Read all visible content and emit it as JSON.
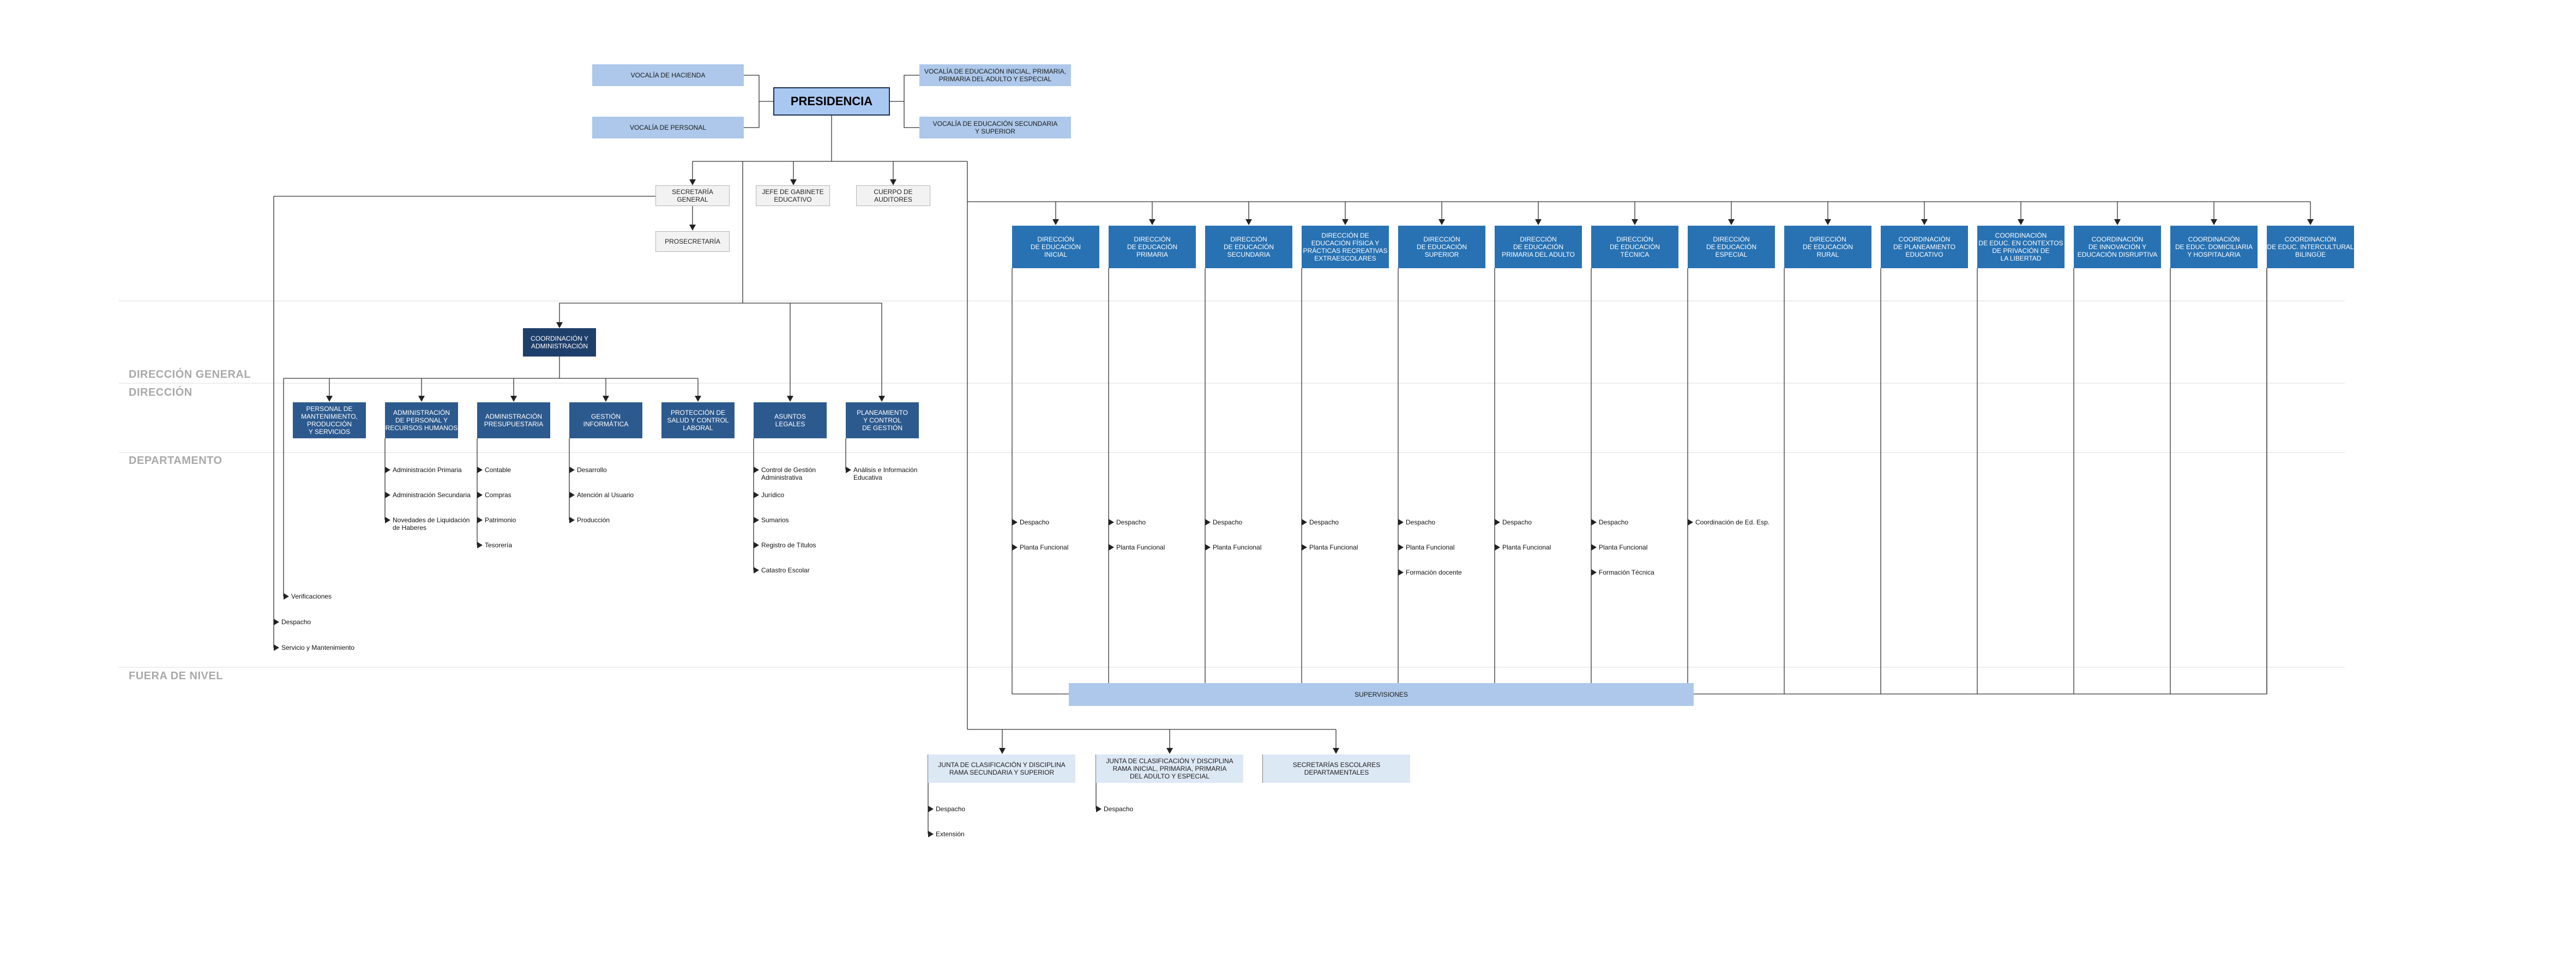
{
  "presidencia": "PRESIDENCIA",
  "vocalias": {
    "hacienda": "VOCALÍA DE HACIENDA",
    "personal": "VOCALÍA DE PERSONAL",
    "inicial": "VOCALÍA DE EDUCACIÓN INICIAL, PRIMARIA,\nPRIMARIA DEL ADULTO Y ESPECIAL",
    "secundaria": "VOCALÍA DE EDUCACIÓN SECUNDARIA\nY SUPERIOR"
  },
  "staff": {
    "secretaria": "SECRETARÍA GENERAL",
    "jefe": "JEFE DE GABINETE\nEDUCATIVO",
    "auditores": "CUERPO DE\nAUDITORES",
    "prosecretaria": "PROSECRETARÍA"
  },
  "sections": {
    "direccion_general": "DIRECCIÓN GENERAL",
    "direccion": "DIRECCIÓN",
    "departamento": "DEPARTAMENTO",
    "fuera": "FUERA DE NIVEL"
  },
  "coordinacion": "COORDINACIÓN Y\nADMINISTRACIÓN",
  "departamentos": [
    {
      "label": "PERSONAL DE\nMANTENIMIENTO,\nPRODUCCIÓN\nY SERVICIOS"
    },
    {
      "label": "ADMINISTRACIÓN\nDE PERSONAL Y\nRECURSOS HUMANOS",
      "items": [
        "Administración Primaria",
        "Administración Secundaria",
        "Novedades de Liquidación\nde Haberes"
      ]
    },
    {
      "label": "ADMINISTRACIÓN\nPRESUPUESTARIA",
      "items": [
        "Contable",
        "Compras",
        "Patrimonio",
        "Tesorería"
      ]
    },
    {
      "label": "GESTIÓN\nINFORMÁTICA",
      "items": [
        "Desarrollo",
        "Atención al Usuario",
        "Producción"
      ]
    },
    {
      "label": "PROTECCIÓN DE\nSALUD Y CONTROL\nLABORAL"
    },
    {
      "label": "ASUNTOS\nLEGALES",
      "items": [
        "Control de Gestión\nAdministrativa",
        "Jurídico",
        "Sumarios",
        "Registro de Títulos",
        "Catastro Escolar"
      ]
    },
    {
      "label": "PLANEAMIENTO\nY CONTROL\nDE GESTIÓN",
      "items": [
        "Análisis e Información\nEducativa"
      ]
    }
  ],
  "extra_items": [
    "Verificaciones",
    "Despacho",
    "Servicio y Mantenimiento"
  ],
  "direcciones": [
    {
      "label": "DIRECCIÓN\nDE EDUCACIÓN\nINICIAL",
      "items": [
        "Despacho",
        "Planta Funcional"
      ]
    },
    {
      "label": "DIRECCIÓN\nDE EDUCACIÓN\nPRIMARIA",
      "items": [
        "Despacho",
        "Planta Funcional"
      ]
    },
    {
      "label": "DIRECCIÓN\nDE EDUCACIÓN\nSECUNDARIA",
      "items": [
        "Despacho",
        "Planta Funcional"
      ]
    },
    {
      "label": "DIRECCIÓN DE\nEDUCACIÓN FÍSICA Y\nPRÁCTICAS RECREATIVAS\nEXTRAESCOLARES",
      "items": [
        "Despacho",
        "Planta Funcional"
      ]
    },
    {
      "label": "DIRECCIÓN\nDE EDUCACIÓN\nSUPERIOR",
      "items": [
        "Despacho",
        "Planta Funcional",
        "Formación docente"
      ]
    },
    {
      "label": "DIRECCIÓN\nDE EDUCACIÓN\nPRIMARIA DEL ADULTO",
      "items": [
        "Despacho",
        "Planta Funcional"
      ]
    },
    {
      "label": "DIRECCIÓN\nDE EDUCACIÓN\nTÉCNICA",
      "items": [
        "Despacho",
        "Planta Funcional",
        "Formación Técnica"
      ]
    },
    {
      "label": "DIRECCIÓN\nDE EDUCACIÓN\nESPECIAL",
      "items": [
        "Coordinación de Ed. Esp."
      ]
    },
    {
      "label": "DIRECCIÓN\nDE EDUCACIÓN\nRURAL"
    },
    {
      "label": "COORDINACIÓN\nDE PLANEAMIENTO\nEDUCATIVO"
    },
    {
      "label": "COORDINACIÓN\nDE EDUC. EN CONTEXTOS\nDE PRIVACIÓN DE\nLA LIBERTAD"
    },
    {
      "label": "COORDINACIÓN\nDE INNOVACIÓN Y\nEDUCACIÓN DISRUPTIVA"
    },
    {
      "label": "COORDINACIÓN\nDE EDUC. DOMICILIARIA\nY HOSPITALARIA"
    },
    {
      "label": "COORDINACIÓN\nDE EDUC. INTERCULTURAL\nBILINGÜE"
    }
  ],
  "supervisiones": "SUPERVISIONES",
  "fuera_nivel": [
    {
      "label": "JUNTA DE CLASIFICACIÓN Y DISCIPLINA\nRAMA SECUNDARIA Y SUPERIOR",
      "items": [
        "Despacho",
        "Extensión"
      ]
    },
    {
      "label": "JUNTA DE CLASIFICACIÓN Y DISCIPLINA\nRAMA INICIAL, PRIMARIA, PRIMARIA\nDEL ADULTO Y ESPECIAL",
      "items": [
        "Despacho"
      ]
    },
    {
      "label": "SECRETARÍAS ESCOLARES\nDEPARTAMENTALES"
    }
  ]
}
